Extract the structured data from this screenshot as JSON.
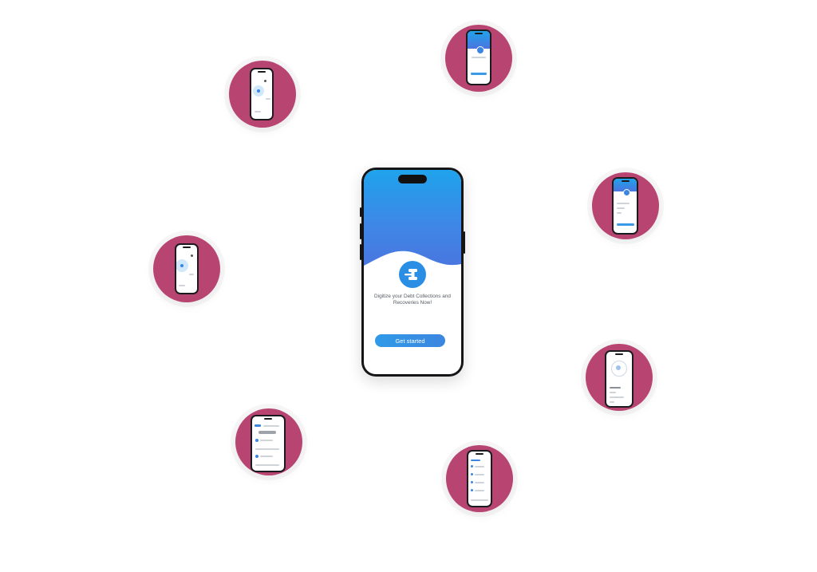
{
  "main_phone": {
    "tagline_line1": "Digitize your Debt Collections and",
    "tagline_line2": "Recoveries Now!",
    "cta_label": "Get started",
    "logo_icon": "gavel-icon"
  },
  "colors": {
    "bubble": "#b84472",
    "hero_top": "#1fa3ec",
    "hero_bottom": "#4b74de",
    "accent": "#2f9ae8"
  },
  "screen_previews": [
    {
      "name": "preview-onboarding"
    },
    {
      "name": "preview-login"
    },
    {
      "name": "preview-map-left"
    },
    {
      "name": "preview-map-top"
    },
    {
      "name": "preview-task-list"
    },
    {
      "name": "preview-settings"
    },
    {
      "name": "preview-profile-stats"
    }
  ]
}
